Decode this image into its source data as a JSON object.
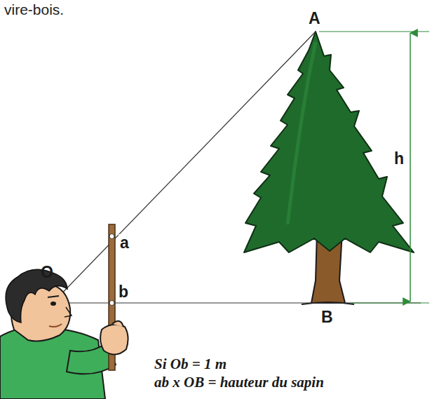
{
  "diagram": {
    "labels": [
      "vire-bois.",
      "A",
      "h",
      "a",
      "b",
      "O",
      "B",
      "Si Ob = 1 m",
      "ab x OB = hauteur du sapin"
    ]
  }
}
